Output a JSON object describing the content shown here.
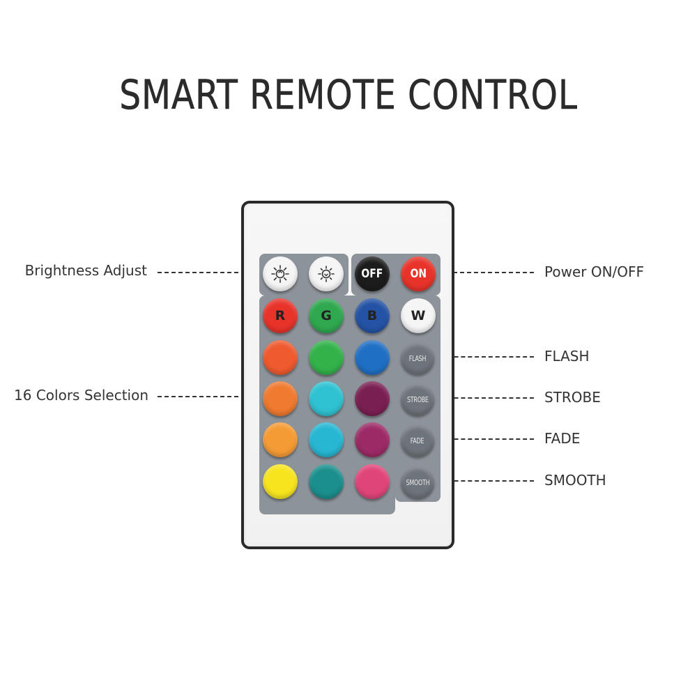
{
  "title": "SMART REMOTE CONTROL",
  "callouts": {
    "brightness": "Brightness Adjust",
    "power": "Power ON/OFF",
    "colors": "16 Colors Selection",
    "flash": "FLASH",
    "strobe": "STROBE",
    "fade": "FADE",
    "smooth": "SMOOTH"
  },
  "remote": {
    "brightness_up_icon": "brightness-up-icon",
    "brightness_down_icon": "brightness-down-icon",
    "off_label": "OFF",
    "on_label": "ON",
    "r_label": "R",
    "g_label": "G",
    "b_label": "B",
    "w_label": "W",
    "flash_label": "FLASH",
    "strobe_label": "STROBE",
    "fade_label": "FADE",
    "smooth_label": "SMOOTH"
  },
  "colors": {
    "power_off": "#1c1c1c",
    "power_on": "#e8332a",
    "white": "#f2f2f2",
    "mode_button": "#6e747b",
    "panel": "#8d939a",
    "grid": [
      [
        "#e8332a",
        "#2fa84f",
        "#2453a5",
        "#f5f5f5"
      ],
      [
        "#ef5a2e",
        "#33b24a",
        "#1f6fc4"
      ],
      [
        "#f07a2f",
        "#2fc2d2",
        "#7a1f52"
      ],
      [
        "#f59b35",
        "#27b7d3",
        "#9c2a66"
      ],
      [
        "#f7e41f",
        "#1b8f8d",
        "#e0457a"
      ]
    ]
  }
}
